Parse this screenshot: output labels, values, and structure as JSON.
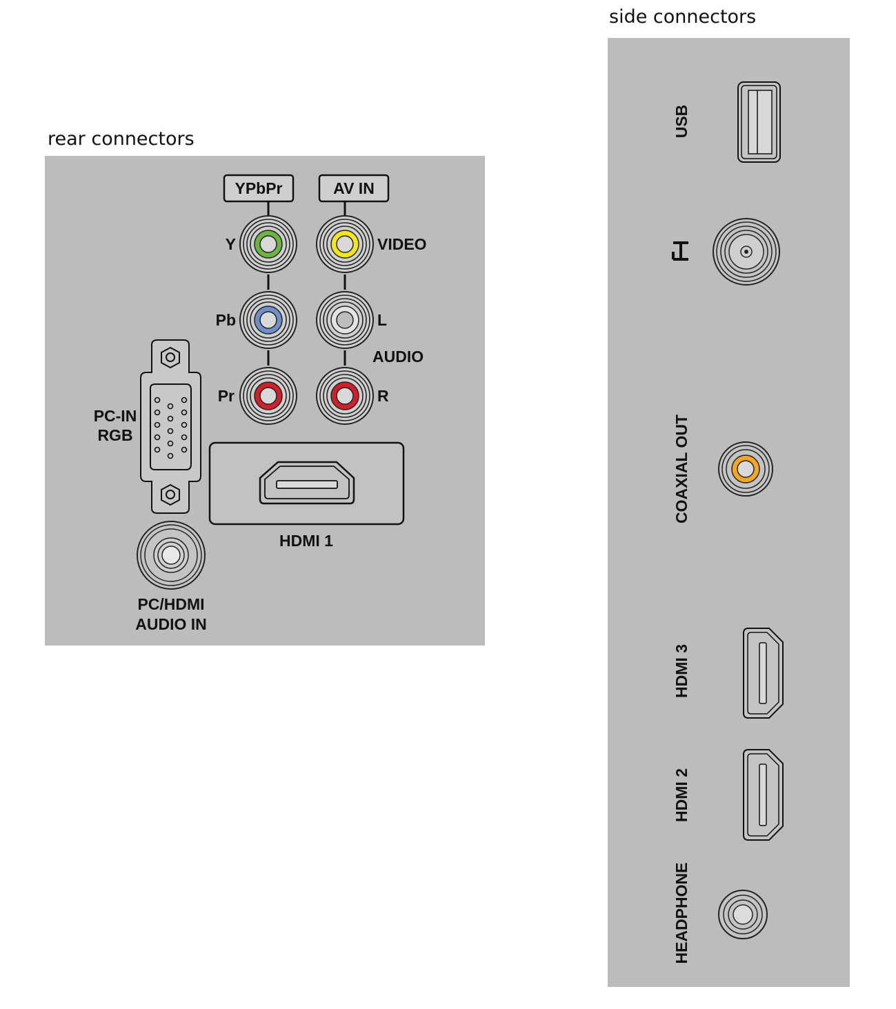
{
  "rear": {
    "title": "rear connectors",
    "group_ypbpr": "YPbPr",
    "group_avin": "AV IN",
    "label_y": "Y",
    "label_pb": "Pb",
    "label_pr": "Pr",
    "label_video": "VIDEO",
    "label_l": "L",
    "label_audio": "AUDIO",
    "label_r": "R",
    "label_pcin_1": "PC-IN",
    "label_pcin_2": "RGB",
    "label_hdmi1": "HDMI 1",
    "label_pcaudio_1": "PC/HDMI",
    "label_pcaudio_2": "AUDIO IN"
  },
  "side": {
    "title": "side connectors",
    "label_usb": "USB",
    "label_antenna": "qГ",
    "label_coaxial": "COAXIAL OUT",
    "label_hdmi3": "HDMI 3",
    "label_hdmi2": "HDMI 2",
    "label_headphone": "HEADPHONE"
  },
  "colors": {
    "panel": "#bcbcbc",
    "y_green": "#6cb33f",
    "pb_blue": "#6f8fc9",
    "pr_red": "#d0202a",
    "video_yellow": "#f5e614",
    "audio_l_white": "#e4e4e4",
    "audio_r_red": "#d0202a",
    "coaxial_orange": "#f5a623"
  }
}
